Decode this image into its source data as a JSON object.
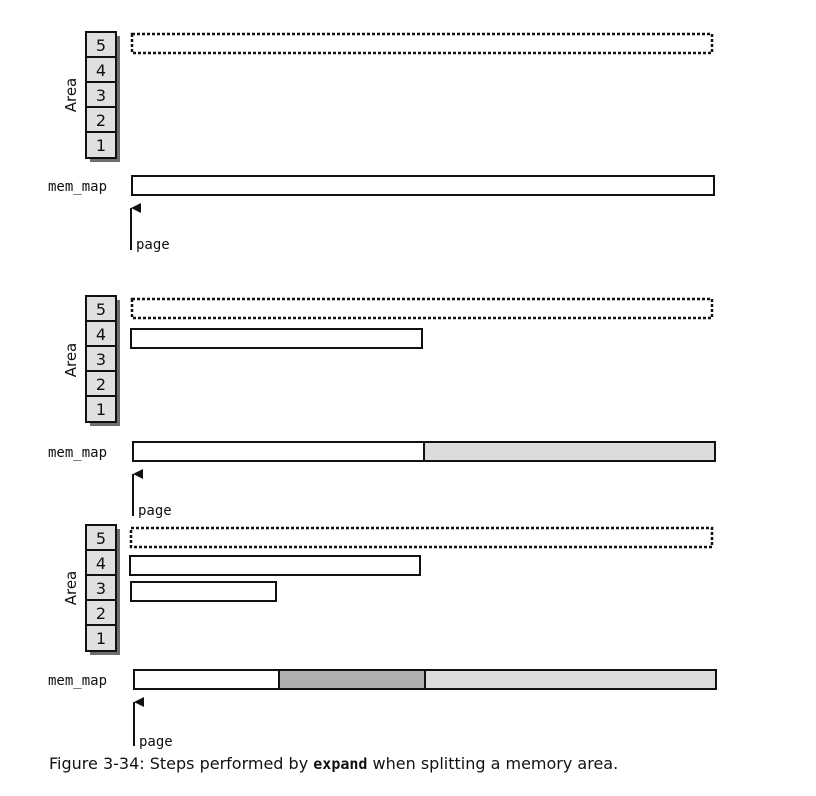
{
  "area_label": "Area",
  "order_labels": [
    "1",
    "2",
    "3",
    "4",
    "5"
  ],
  "mem_map_label": "mem_map",
  "page_label": "page",
  "colors": {
    "stroke": "#111111",
    "box_fill": "#e0e0e0",
    "free_half": "#dcdcdc",
    "free_quarter": "#b0b0b0",
    "block_fill": "#ffffff"
  },
  "steps": [
    {
      "step": 1,
      "dotted_area": "5",
      "area_blocks": [],
      "mem_map_segments": [
        "page-block"
      ]
    },
    {
      "step": 2,
      "dotted_area": "5",
      "area_blocks": [
        "4"
      ],
      "mem_map_segments": [
        "page-block",
        "free-half"
      ]
    },
    {
      "step": 3,
      "dotted_area": "5",
      "area_blocks": [
        "4",
        "3"
      ],
      "mem_map_segments": [
        "page-block",
        "free-quarter",
        "free-half"
      ]
    }
  ],
  "caption": {
    "prefix": "Figure 3-34: Steps performed by ",
    "code": "expand",
    "suffix": " when splitting a memory area."
  }
}
